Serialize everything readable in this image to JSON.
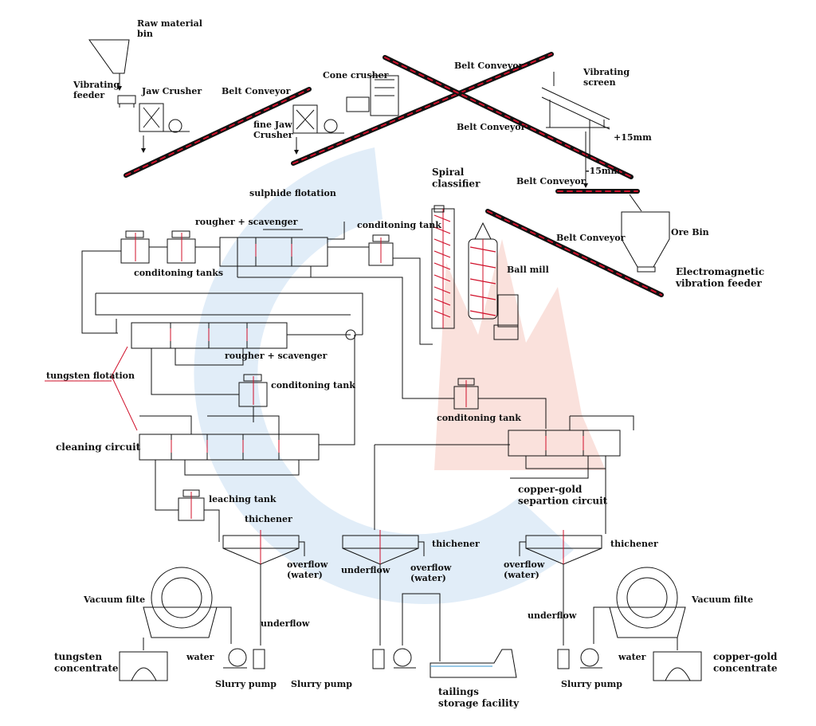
{
  "labels": {
    "raw_material_bin": "Raw material\nbin",
    "vibrating_feeder": "Vibrating\nfeeder",
    "jaw_crusher": "Jaw Crusher",
    "belt_conveyor_1": "Belt Conveyor",
    "cone_crusher": "Cone crusher",
    "fine_jaw_crusher": "fine Jaw\nCrusher",
    "belt_conveyor_2": "Belt Conveyor",
    "belt_conveyor_3": "Belt Conveyor",
    "vibrating_screen": "Vibrating\nscreen",
    "plus_15mm": "+15mm",
    "minus_15mm": "-15mm",
    "belt_conveyor_4": "Belt Conveyor",
    "spiral_classifier": "Spiral\nclassifier",
    "sulphide_flotation": "sulphide flotation",
    "rougher_scavenger_1": "rougher + scavenger",
    "conditioning_tank_top": "conditoning tank",
    "belt_conveyor_5": "Belt Conveyor",
    "ore_bin": "Ore Bin",
    "electromagnetic_feeder": "Electromagnetic\nvibration feeder",
    "ball_mill": "Ball mill",
    "conditioning_tanks": "conditoning tanks",
    "rougher_scavenger_2": "rougher + scavenger",
    "tungsten_flotation": "tungsten flotation",
    "conditioning_tank_mid": "conditoning tank",
    "conditioning_tank_right": "conditoning tank",
    "cleaning_circuit": "cleaning circuit",
    "copper_gold_circuit": "copper-gold\nsepartion circuit",
    "leaching_tank": "leaching tank",
    "thickener_1": "thichener",
    "thickener_2": "thichener",
    "thickener_3": "thichener",
    "overflow_1": "overflow\n(water)",
    "overflow_2": "overflow\n(water)",
    "overflow_3": "overflow\n(water)",
    "underflow_1": "underflow",
    "underflow_2": "underflow",
    "underflow_3": "underflow",
    "vacuum_filter_left": "Vacuum filte",
    "vacuum_filter_right": "Vacuum filte",
    "water_left": "water",
    "water_right": "water",
    "tungsten_concentrate": "tungsten\nconcentrate",
    "copper_gold_concentrate": "copper-gold\nconcentrate",
    "slurry_pump_1": "Slurry pump",
    "slurry_pump_2": "Slurry pump",
    "slurry_pump_3": "Slurry pump",
    "tailings": "tailings\nstorage facility"
  },
  "colors": {
    "line": "#111111",
    "accent_red": "#d0102a",
    "watermark_blue": "#c9dff2",
    "watermark_red": "#f6c9c0"
  }
}
